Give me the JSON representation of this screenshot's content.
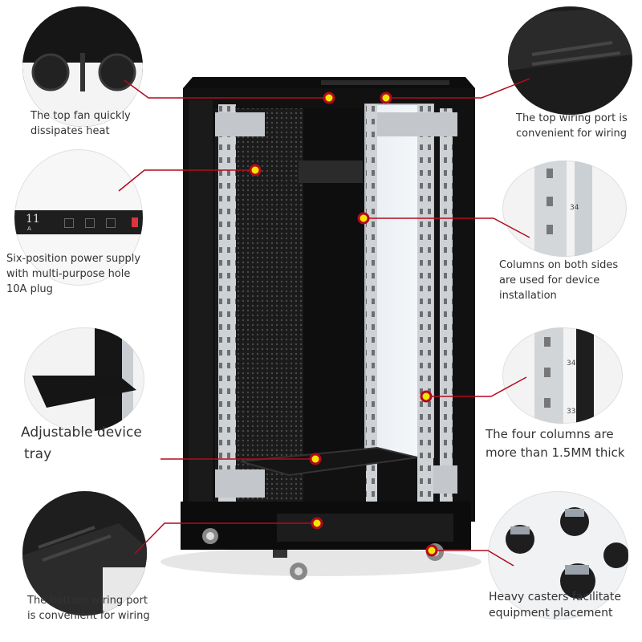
{
  "callouts": {
    "top_fan": {
      "lines": [
        "The top fan quickly",
        "dissipates heat"
      ]
    },
    "power_supply": {
      "lines": [
        "Six-position power supply",
        "with multi-purpose hole",
        "10A plug"
      ]
    },
    "device_tray": {
      "lines": [
        "Adjustable device",
        "tray"
      ]
    },
    "bottom_wiring": {
      "lines": [
        "The bottom wiring port",
        "is convenient for wiring"
      ]
    },
    "top_wiring": {
      "lines": [
        "The top wiring port is",
        "convenient for wiring"
      ]
    },
    "columns": {
      "lines": [
        "Columns on both sides",
        "are used for device",
        "installation"
      ]
    },
    "four_columns": {
      "lines": [
        "The four columns are",
        "more than 1.5MM thick"
      ]
    },
    "casters": {
      "lines": [
        "Heavy casters facilitate",
        "equipment placement"
      ]
    }
  },
  "power_strip": {
    "label_number": "11",
    "label_unit": "A"
  },
  "rail_numbers": [
    "34",
    "34",
    "33"
  ],
  "colors": {
    "leader_line": "#b30a1e",
    "marker_fill": "#f2e600",
    "cabinet": "#111111",
    "caption_text": "#333333"
  }
}
